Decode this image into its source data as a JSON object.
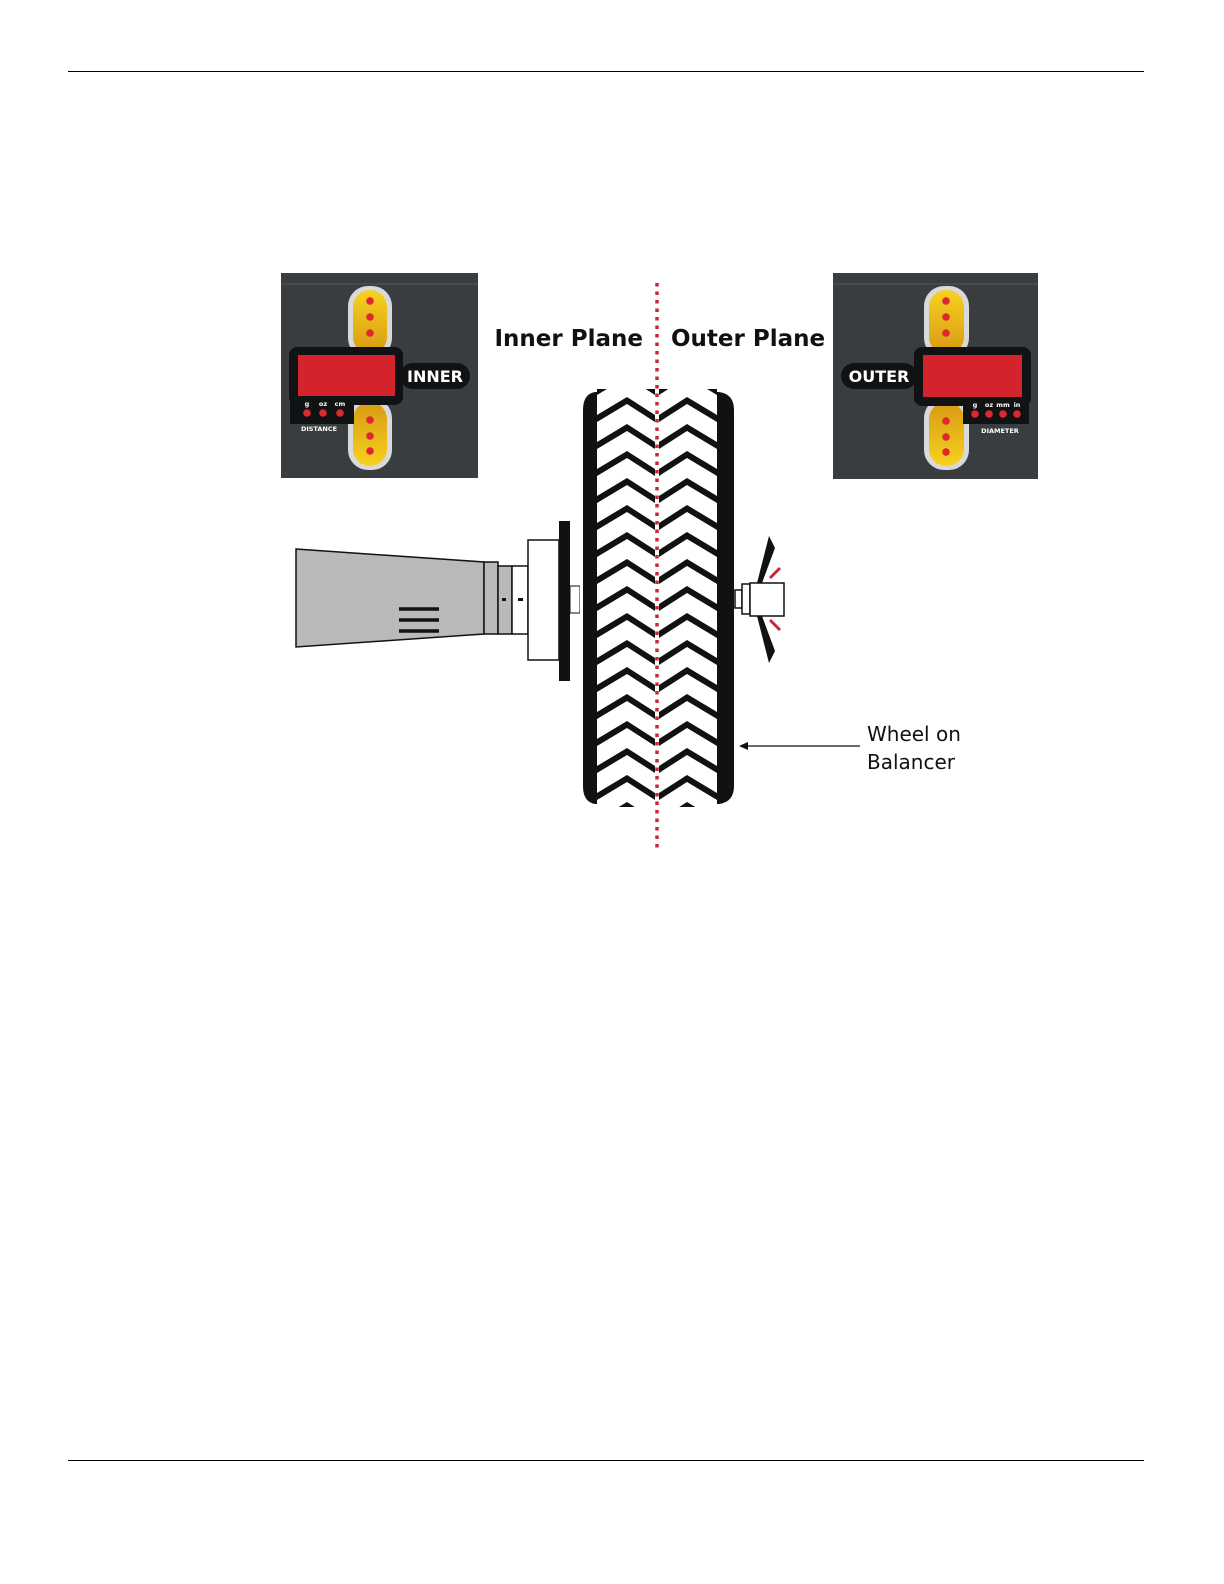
{
  "labels": {
    "inner_plane": "Inner Plane",
    "outer_plane": "Outer Plane",
    "callout_line1": "Wheel on",
    "callout_line2": "Balancer"
  },
  "inner_panel": {
    "badge": "INNER",
    "units": [
      "g",
      "oz",
      "cm"
    ],
    "footer": "DISTANCE"
  },
  "outer_panel": {
    "badge": "OUTER",
    "units": [
      "g",
      "oz",
      "mm",
      "in"
    ],
    "footer": "DIAMETER"
  },
  "colors": {
    "panel_bg": "#3a3d40",
    "display_red": "#d3232d",
    "led_yellow": "#f2c21a",
    "centerline": "#c3283c",
    "shaft_gray": "#b8b9bb"
  }
}
